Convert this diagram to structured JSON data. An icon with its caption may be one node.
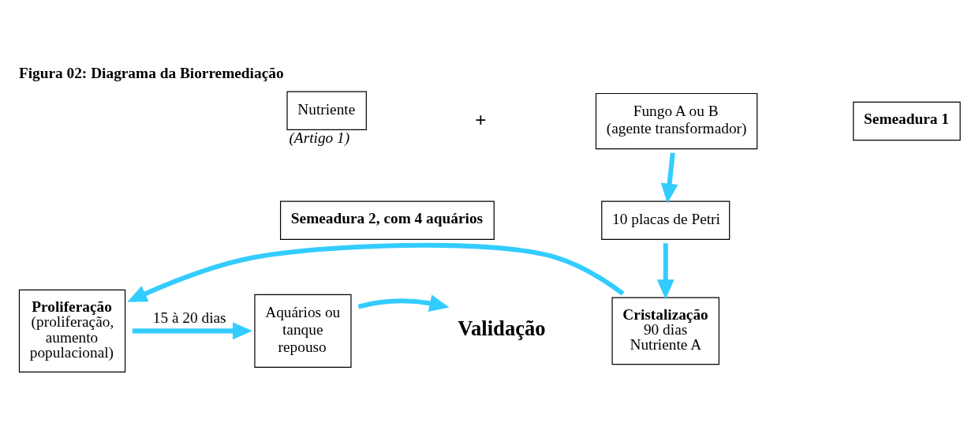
{
  "diagram": {
    "title": "Figura 02: Diagrama da Biorremediação",
    "nodes": [
      {
        "text": [
          "Nutriente"
        ],
        "beside": [
          "(Artigo 1)"
        ]
      },
      {
        "text": [
          "Fungo A ou B",
          "(agente transformador)"
        ]
      },
      {
        "text": [
          "Semeadura 1"
        ]
      },
      {
        "text": [
          "10 placas de Petri"
        ]
      },
      {
        "text": [
          "Semeadura 2, com 4 aquários"
        ]
      },
      {
        "text": [
          "Cristalização",
          "90 dias Nutriente A"
        ]
      },
      {
        "text": [
          "Proliferação",
          "(proliferação, aumento populacional)"
        ]
      },
      {
        "text": [
          "Aquários ou tanque repouso"
        ]
      },
      {
        "text": [
          "Validação"
        ]
      }
    ],
    "edges": [
      {
        "from": 1,
        "to": 3,
        "arrow": "to"
      },
      {
        "from": 3,
        "to": 5,
        "arrow": "to"
      },
      {
        "from": 5,
        "to": 6,
        "arrow": "to"
      },
      {
        "from": 6,
        "to": 7,
        "arrow": "to",
        "label": "15 à 20 dias"
      },
      {
        "from": 7,
        "to": 8,
        "arrow": "to"
      }
    ],
    "labels": [
      "+"
    ]
  }
}
